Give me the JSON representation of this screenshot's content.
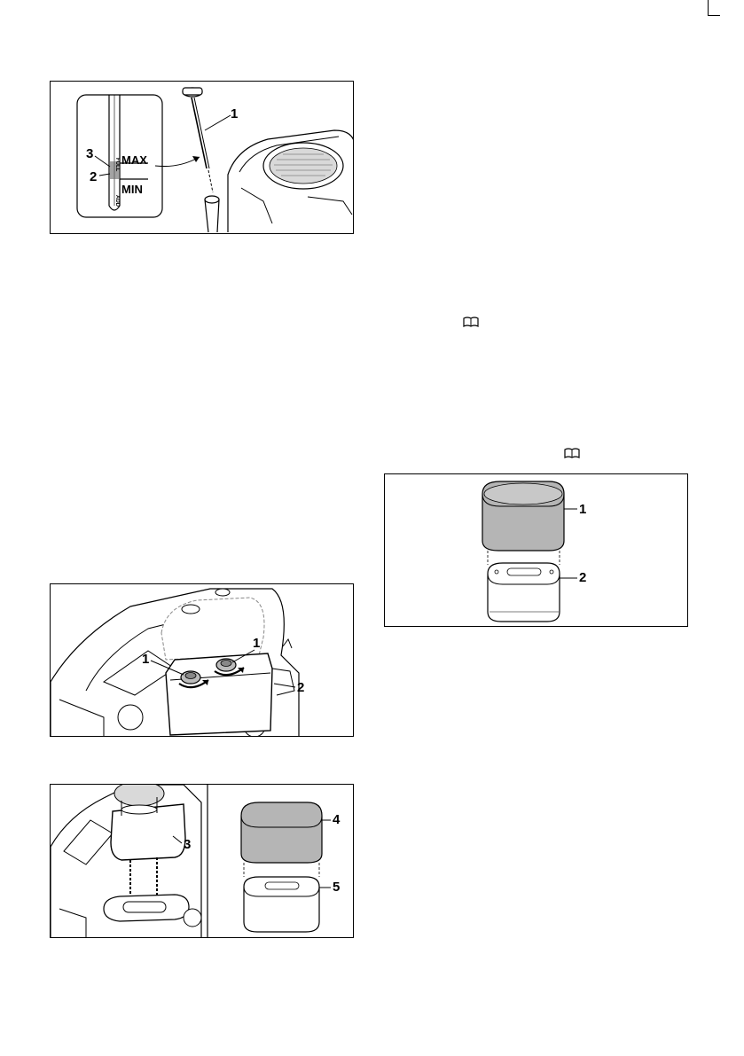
{
  "fig_dipstick": {
    "callout_1": "1",
    "callout_2": "2",
    "callout_3": "3",
    "label_max": "MAX",
    "label_min": "MIN",
    "label_full": "FULL",
    "label_add": "ADD"
  },
  "fig_cover_knobs": {
    "callout_1a": "1",
    "callout_1b": "1",
    "callout_2": "2"
  },
  "fig_filter_removal": {
    "callout_3": "3",
    "callout_4": "4",
    "callout_5": "5"
  },
  "fig_filter_parts": {
    "callout_1": "1",
    "callout_2": "2"
  },
  "icons": {
    "reference_icon_1": "book-icon",
    "reference_icon_2": "book-icon"
  },
  "colors": {
    "line": "#000000",
    "filter_grey": "#b5b5b5",
    "background": "#ffffff"
  }
}
